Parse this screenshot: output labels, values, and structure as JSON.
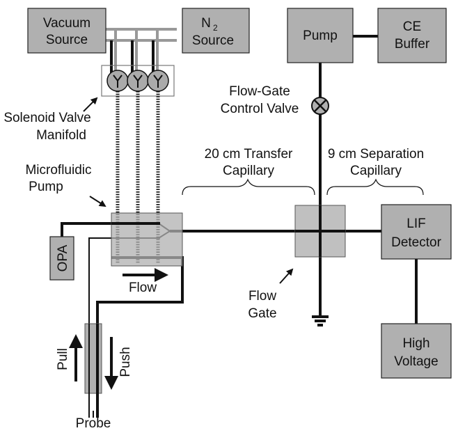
{
  "components": {
    "vacuum_source": [
      "Vacuum",
      "Source"
    ],
    "n2_source": [
      "N",
      "2",
      " Source"
    ],
    "pump": "Pump",
    "ce_buffer": [
      "CE",
      "Buffer"
    ],
    "lif_detector": [
      "LIF",
      "Detector"
    ],
    "high_voltage": [
      "High",
      "Voltage"
    ],
    "opa": "OPA"
  },
  "labels": {
    "solenoid_valve_manifold": [
      "Solenoid Valve",
      "Manifold"
    ],
    "flow_gate_control_valve": [
      "Flow-Gate",
      "Control Valve"
    ],
    "transfer_capillary": [
      "20 cm Transfer",
      "Capillary"
    ],
    "separation_capillary": [
      "9 cm Separation",
      "Capillary"
    ],
    "microfluidic_pump": [
      "Microfluidic",
      "Pump"
    ],
    "flow_gate": [
      "Flow",
      "Gate"
    ],
    "flow": "Flow",
    "pull": "Pull",
    "push": "Push",
    "probe": "Probe"
  }
}
